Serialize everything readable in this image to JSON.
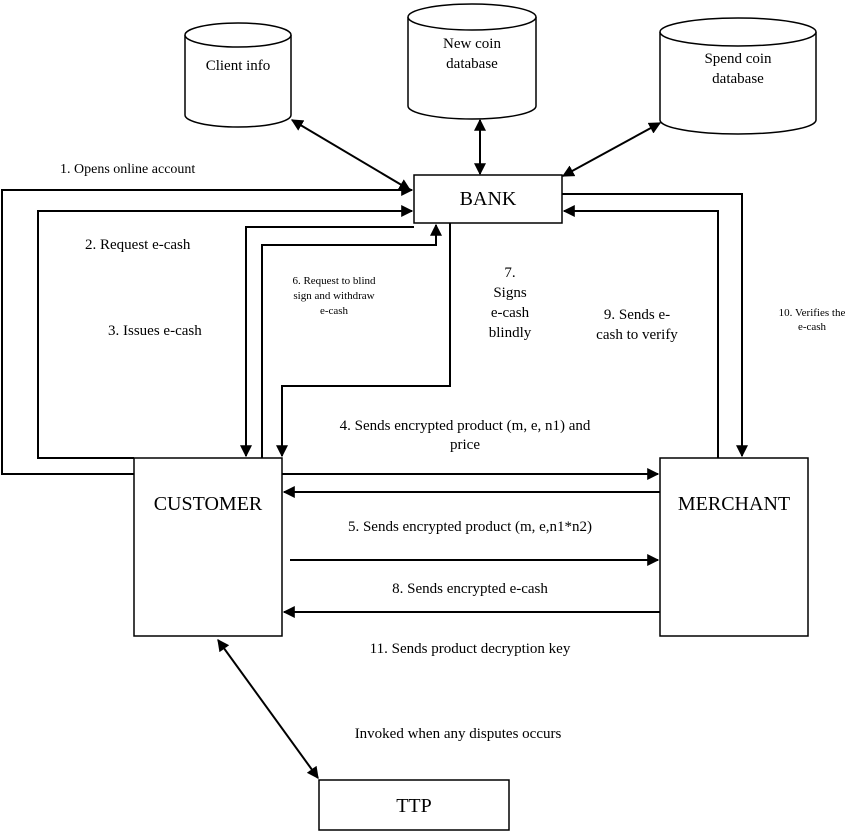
{
  "databases": {
    "client_info": [
      "Client info"
    ],
    "new_coin": [
      "New coin",
      "database"
    ],
    "spend_coin": [
      "Spend coin",
      "database"
    ]
  },
  "nodes": {
    "bank": "BANK",
    "customer": "CUSTOMER",
    "merchant": "MERCHANT",
    "ttp": "TTP"
  },
  "steps": {
    "s1": "1. Opens online account",
    "s2": "2. Request e-cash",
    "s3": "3. Issues e-cash",
    "s4": [
      "4. Sends encrypted product (m, e, n1) and",
      "price"
    ],
    "s5": "5. Sends encrypted product (m, e,n1*n2)",
    "s6": [
      "6. Request to blind",
      "sign and withdraw",
      "e-cash"
    ],
    "s7": [
      "7.",
      "Signs",
      "e-cash",
      "blindly"
    ],
    "s8": "8. Sends encrypted e-cash",
    "s9": [
      "9. Sends e-",
      "cash to verify"
    ],
    "s10": [
      "10. Verifies the",
      "e-cash"
    ],
    "s11": "11. Sends product decryption key"
  },
  "dispute_note": "Invoked when any disputes occurs"
}
